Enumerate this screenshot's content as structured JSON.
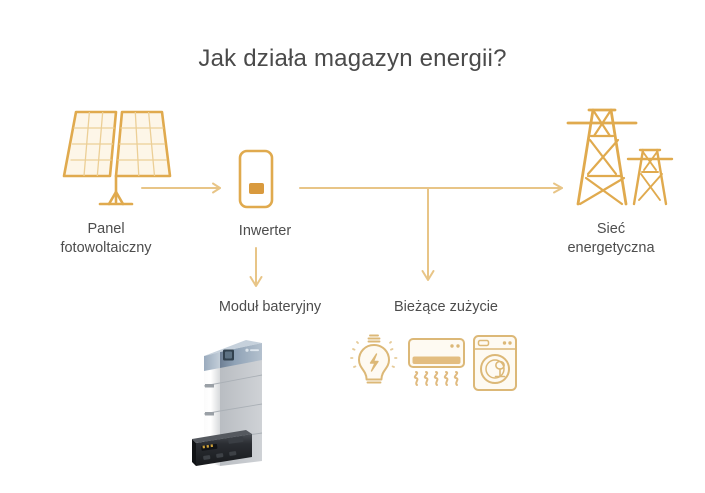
{
  "page": {
    "title": "Jak działa magazyn energii?",
    "background_color": "#ffffff",
    "accent_color": "#e0aa4e",
    "accent_light_color": "#eccf96",
    "accent_solid_color": "#d99a3e",
    "text_color": "#4d4d4d"
  },
  "nodes": {
    "panel": {
      "label": "Panel\nfotowoltaiczny",
      "icon": "solar-panel-icon"
    },
    "inverter": {
      "label": "Inwerter",
      "icon": "inverter-icon"
    },
    "grid": {
      "label": "Sieć\nenergetyczna",
      "icon": "power-transmission-tower-icon"
    },
    "battery": {
      "label": "Moduł bateryjny",
      "icon": "battery-module-photo"
    },
    "consumption": {
      "label": "Bieżące zużycie",
      "icons": [
        "lightbulb-icon",
        "air-conditioner-icon",
        "washing-machine-icon"
      ]
    }
  },
  "flows": [
    {
      "name": "panel-to-inverter",
      "direction": "right"
    },
    {
      "name": "inverter-to-grid",
      "direction": "right"
    },
    {
      "name": "inverter-to-battery",
      "direction": "down"
    },
    {
      "name": "bus-to-consumption",
      "direction": "down"
    }
  ]
}
